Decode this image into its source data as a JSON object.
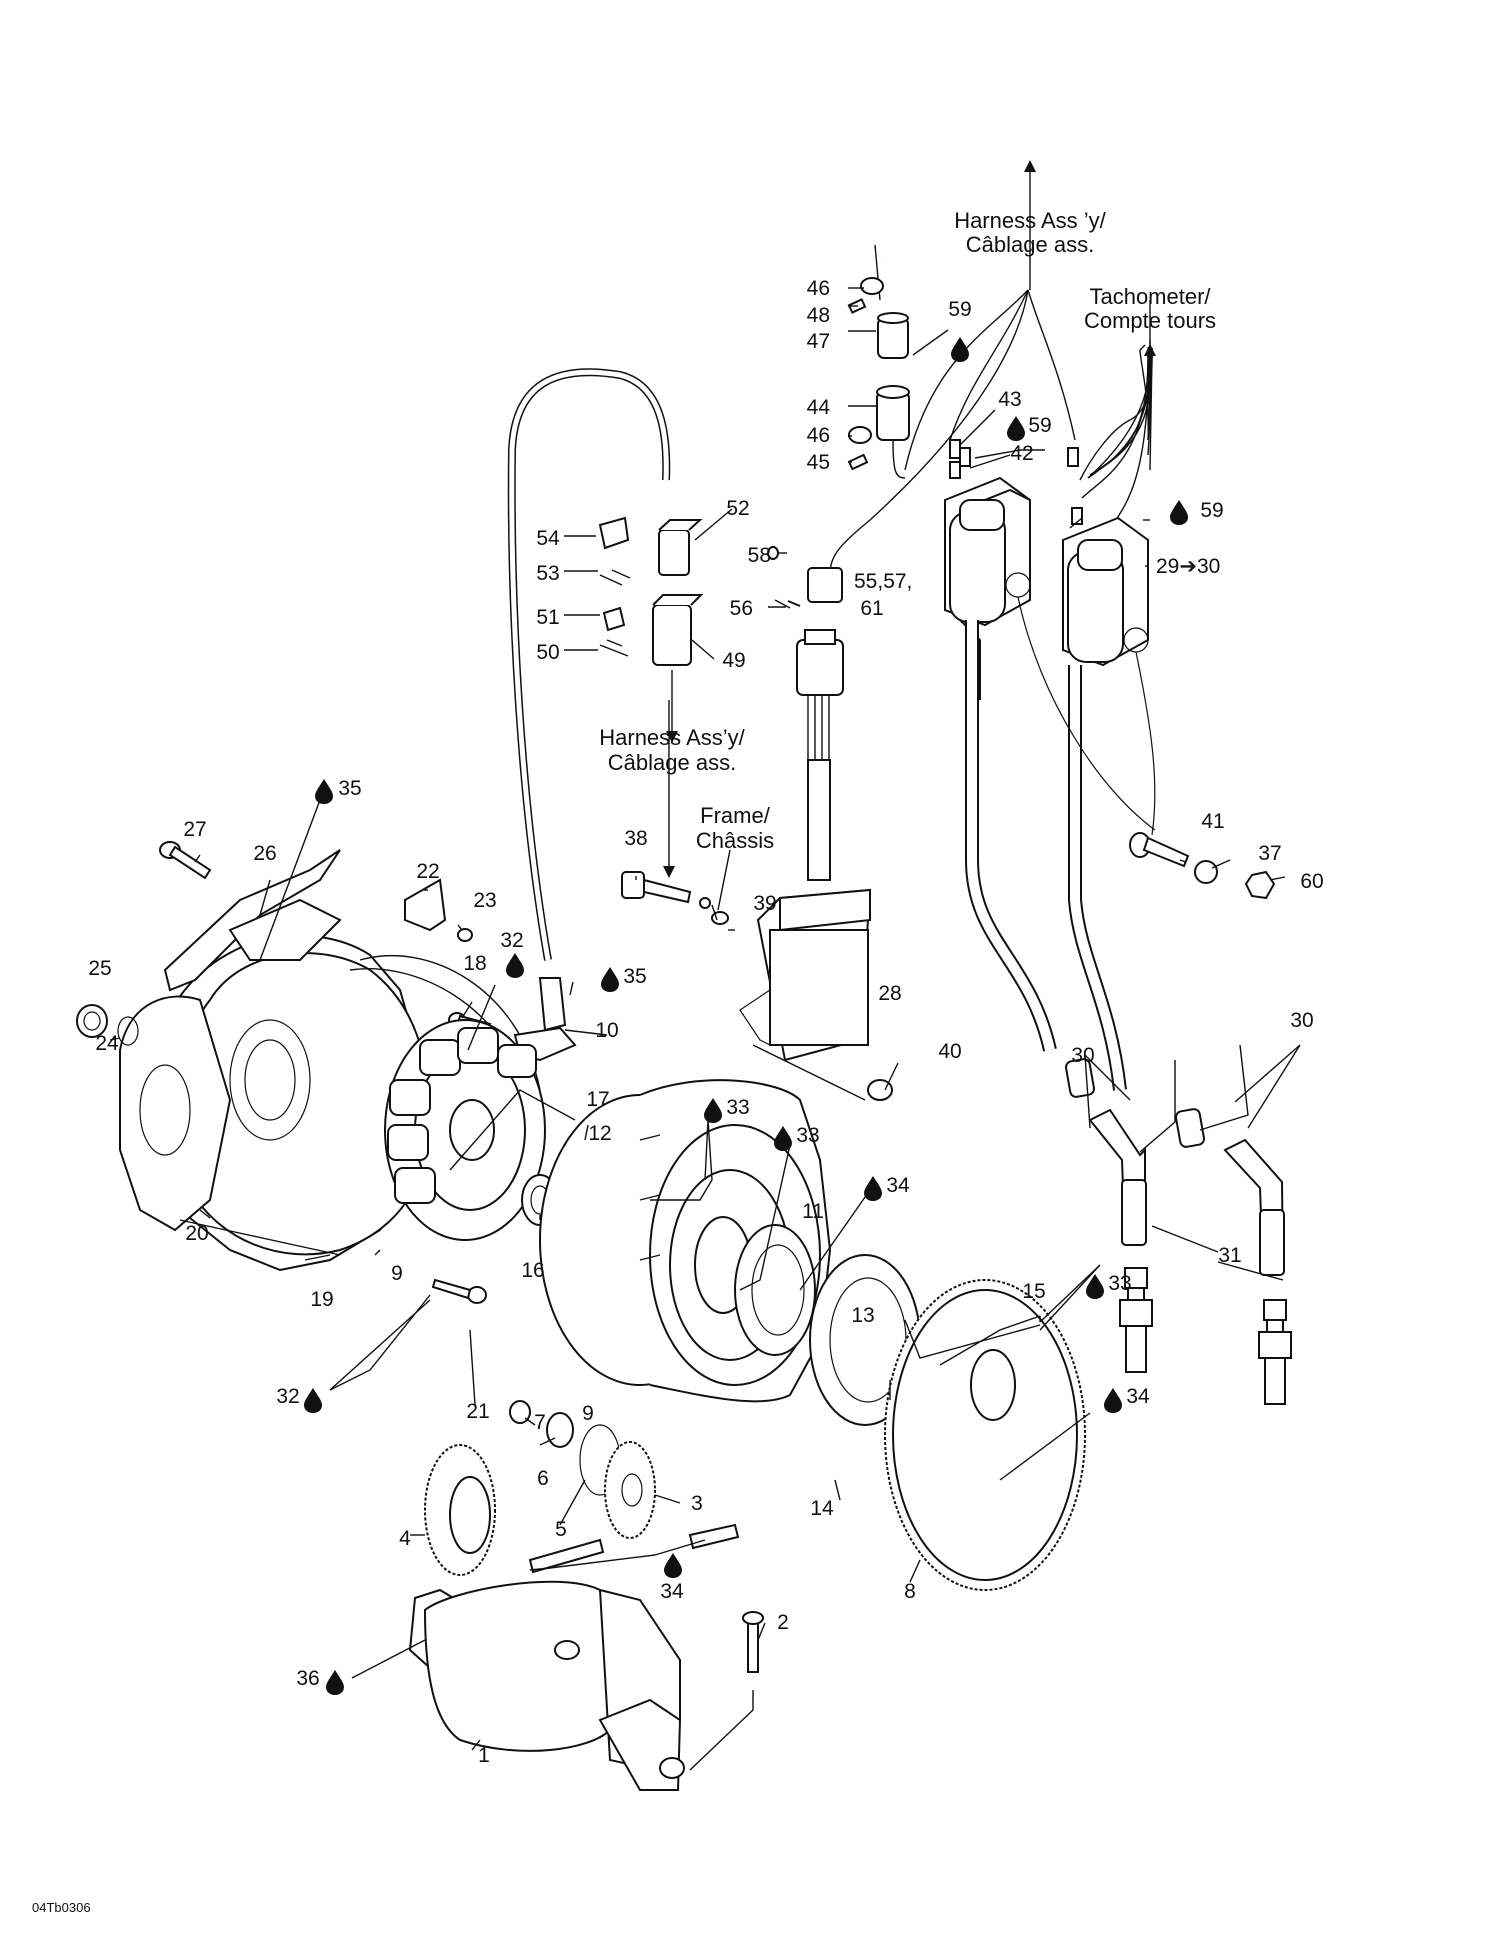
{
  "captions": {
    "harness_top": [
      "Harness Ass ’y/",
      "Câblage ass."
    ],
    "harness_mid": [
      "Harness Ass’y/",
      "Câblage ass."
    ],
    "tachometer": [
      "Tachometer/",
      "Compte tours"
    ],
    "frame": [
      "Frame/",
      "Châssis"
    ]
  },
  "drawing_code": "04Tb0306",
  "callouts": [
    {
      "id": "c46a",
      "text": "46",
      "drop": false
    },
    {
      "id": "c48",
      "text": "48",
      "drop": false
    },
    {
      "id": "c47",
      "text": "47",
      "drop": false
    },
    {
      "id": "c44",
      "text": "44",
      "drop": false
    },
    {
      "id": "c46b",
      "text": "46",
      "drop": false
    },
    {
      "id": "c45",
      "text": "45",
      "drop": false
    },
    {
      "id": "c59a",
      "text": "59",
      "drop": true
    },
    {
      "id": "c43",
      "text": "43",
      "drop": false
    },
    {
      "id": "c59b",
      "text": "59",
      "drop": true
    },
    {
      "id": "c42",
      "text": "42",
      "drop": false
    },
    {
      "id": "c59c",
      "text": "59",
      "drop": true
    },
    {
      "id": "c52",
      "text": "52",
      "drop": false
    },
    {
      "id": "c54",
      "text": "54",
      "drop": false
    },
    {
      "id": "c53",
      "text": "53",
      "drop": false
    },
    {
      "id": "c58",
      "text": "58",
      "drop": false
    },
    {
      "id": "c5557",
      "text": "55,57,",
      "drop": false
    },
    {
      "id": "c61",
      "text": "61",
      "drop": false
    },
    {
      "id": "c56",
      "text": "56",
      "drop": false
    },
    {
      "id": "c51",
      "text": "51",
      "drop": false
    },
    {
      "id": "c50",
      "text": "50",
      "drop": false
    },
    {
      "id": "c49",
      "text": "49",
      "drop": false
    },
    {
      "id": "c2930",
      "text": "29➔30",
      "drop": false
    },
    {
      "id": "c35a",
      "text": "35",
      "drop": true
    },
    {
      "id": "c27",
      "text": "27",
      "drop": false
    },
    {
      "id": "c26",
      "text": "26",
      "drop": false
    },
    {
      "id": "c22",
      "text": "22",
      "drop": false
    },
    {
      "id": "c23",
      "text": "23",
      "drop": false
    },
    {
      "id": "c32a",
      "text": "32",
      "drop": true
    },
    {
      "id": "c18",
      "text": "18",
      "drop": false
    },
    {
      "id": "c35b",
      "text": "35",
      "drop": true
    },
    {
      "id": "c10",
      "text": "10",
      "drop": false
    },
    {
      "id": "c25",
      "text": "25",
      "drop": false
    },
    {
      "id": "c24",
      "text": "24",
      "drop": false
    },
    {
      "id": "c38",
      "text": "38",
      "drop": false
    },
    {
      "id": "c39",
      "text": "39",
      "drop": false
    },
    {
      "id": "c28",
      "text": "28",
      "drop": false
    },
    {
      "id": "c40",
      "text": "40",
      "drop": false
    },
    {
      "id": "c41",
      "text": "41",
      "drop": false
    },
    {
      "id": "c37",
      "text": "37",
      "drop": false
    },
    {
      "id": "c60",
      "text": "60",
      "drop": false
    },
    {
      "id": "c30a",
      "text": "30",
      "drop": false
    },
    {
      "id": "c30b",
      "text": "30",
      "drop": false
    },
    {
      "id": "c17",
      "text": "17",
      "drop": false
    },
    {
      "id": "c12",
      "text": "12",
      "drop": false
    },
    {
      "id": "c33a",
      "text": "33",
      "drop": true
    },
    {
      "id": "c33b",
      "text": "33",
      "drop": true
    },
    {
      "id": "c34a",
      "text": "34",
      "drop": true
    },
    {
      "id": "c11",
      "text": "11",
      "drop": false
    },
    {
      "id": "c20",
      "text": "20",
      "drop": false
    },
    {
      "id": "c9a",
      "text": "9",
      "drop": false
    },
    {
      "id": "c16",
      "text": "16",
      "drop": false
    },
    {
      "id": "c19",
      "text": "19",
      "drop": false
    },
    {
      "id": "c31",
      "text": "31",
      "drop": false
    },
    {
      "id": "c15",
      "text": "15",
      "drop": false
    },
    {
      "id": "c33c",
      "text": "33",
      "drop": true
    },
    {
      "id": "c13",
      "text": "13",
      "drop": false
    },
    {
      "id": "c32b",
      "text": "32",
      "drop": true
    },
    {
      "id": "c21",
      "text": "21",
      "drop": false
    },
    {
      "id": "c9b",
      "text": "9",
      "drop": false
    },
    {
      "id": "c34b",
      "text": "34",
      "drop": true
    },
    {
      "id": "c7",
      "text": "7",
      "drop": false
    },
    {
      "id": "c6",
      "text": "6",
      "drop": false
    },
    {
      "id": "c3",
      "text": "3",
      "drop": false
    },
    {
      "id": "c5",
      "text": "5",
      "drop": false
    },
    {
      "id": "c14",
      "text": "14",
      "drop": false
    },
    {
      "id": "c4",
      "text": "4",
      "drop": false
    },
    {
      "id": "c34c",
      "text": "34",
      "drop": true
    },
    {
      "id": "c8",
      "text": "8",
      "drop": false
    },
    {
      "id": "c2",
      "text": "2",
      "drop": false
    },
    {
      "id": "c36",
      "text": "36",
      "drop": true
    },
    {
      "id": "c1",
      "text": "1",
      "drop": false
    }
  ]
}
